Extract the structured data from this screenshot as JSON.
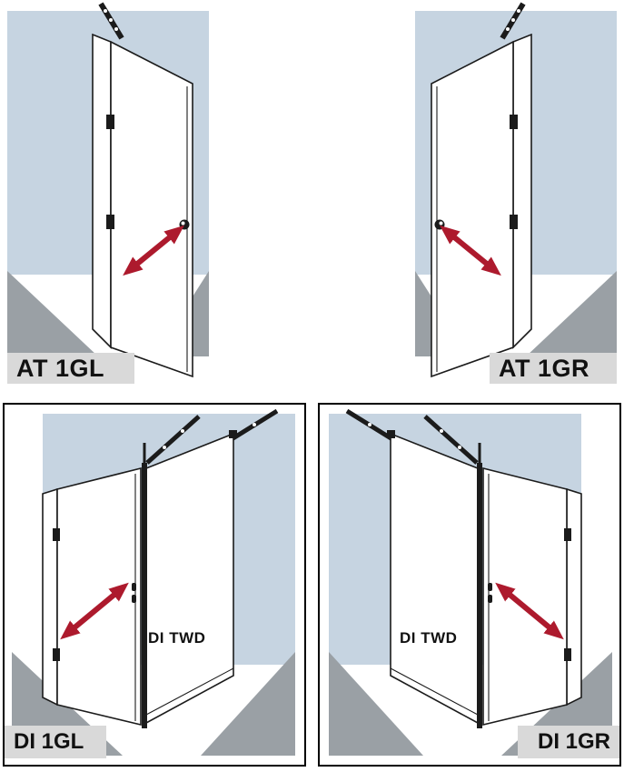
{
  "colors": {
    "page_bg": "#ffffff",
    "wall": "#c6d4e1",
    "floor": "#9aa0a5",
    "glass": "#ffffff",
    "outline": "#1b1b1b",
    "arrow": "#ad1a2d",
    "label_bg": "#d9d9d9",
    "label_text": "#111111",
    "frame": "#000000"
  },
  "diagrams": {
    "at_1gl": {
      "label": "AT 1GL"
    },
    "at_1gr": {
      "label": "AT 1GR"
    },
    "di_1gl": {
      "label": "DI 1GL",
      "side_panel_label": "DI TWD"
    },
    "di_1gr": {
      "label": "DI 1GR",
      "side_panel_label": "DI TWD"
    }
  }
}
